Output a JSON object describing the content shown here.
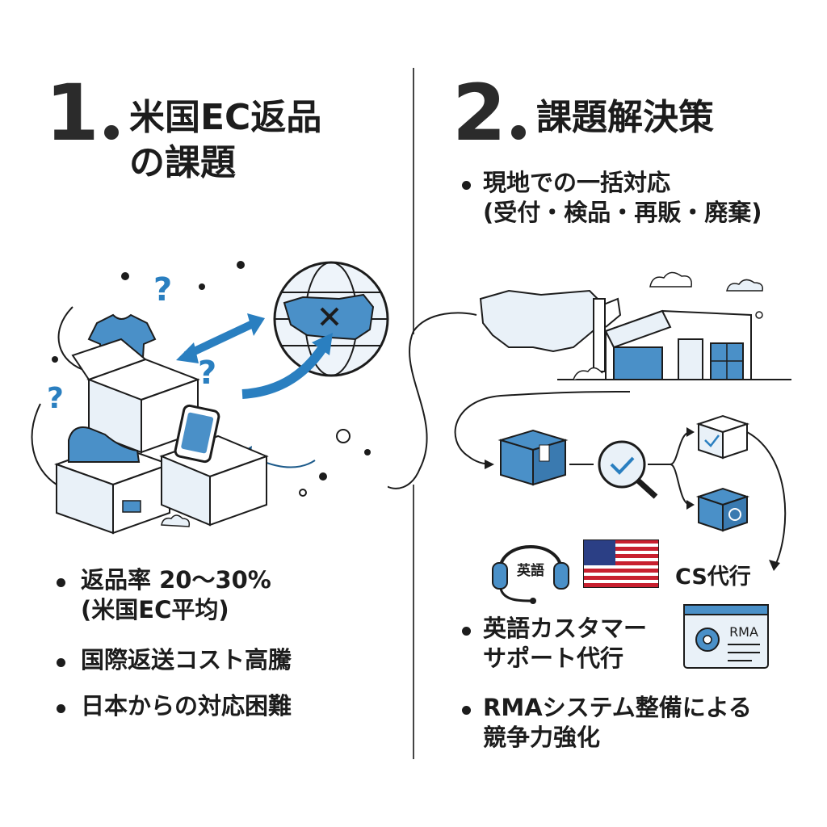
{
  "left": {
    "number": "1",
    "title_line1": "米国EC返品",
    "title_line2": "の課題",
    "bullets": [
      {
        "line1": "返品率 20〜30%",
        "line2": "(米国EC平均)"
      },
      {
        "line1": "国際返送コスト高騰"
      },
      {
        "line1": "日本からの対応困難"
      }
    ]
  },
  "right": {
    "number": "2",
    "title": "課題解決策",
    "intro": {
      "line1": "現地での一括対応",
      "line2": "(受付・検品・再販・廃棄)"
    },
    "headset_label": "英語",
    "cs_label": "CS代行",
    "rma_label": "RMA",
    "bullets": [
      {
        "line1": "英語カスタマー",
        "line2": "サポート代行"
      },
      {
        "line1": "RMAシステム整備による",
        "line2": "競争力強化"
      }
    ]
  },
  "colors": {
    "accent": "#4a90c8",
    "light": "#e9f1f8",
    "ink": "#1c1c1c",
    "flag_red": "#c8202f",
    "flag_blue": "#2b3f85"
  }
}
